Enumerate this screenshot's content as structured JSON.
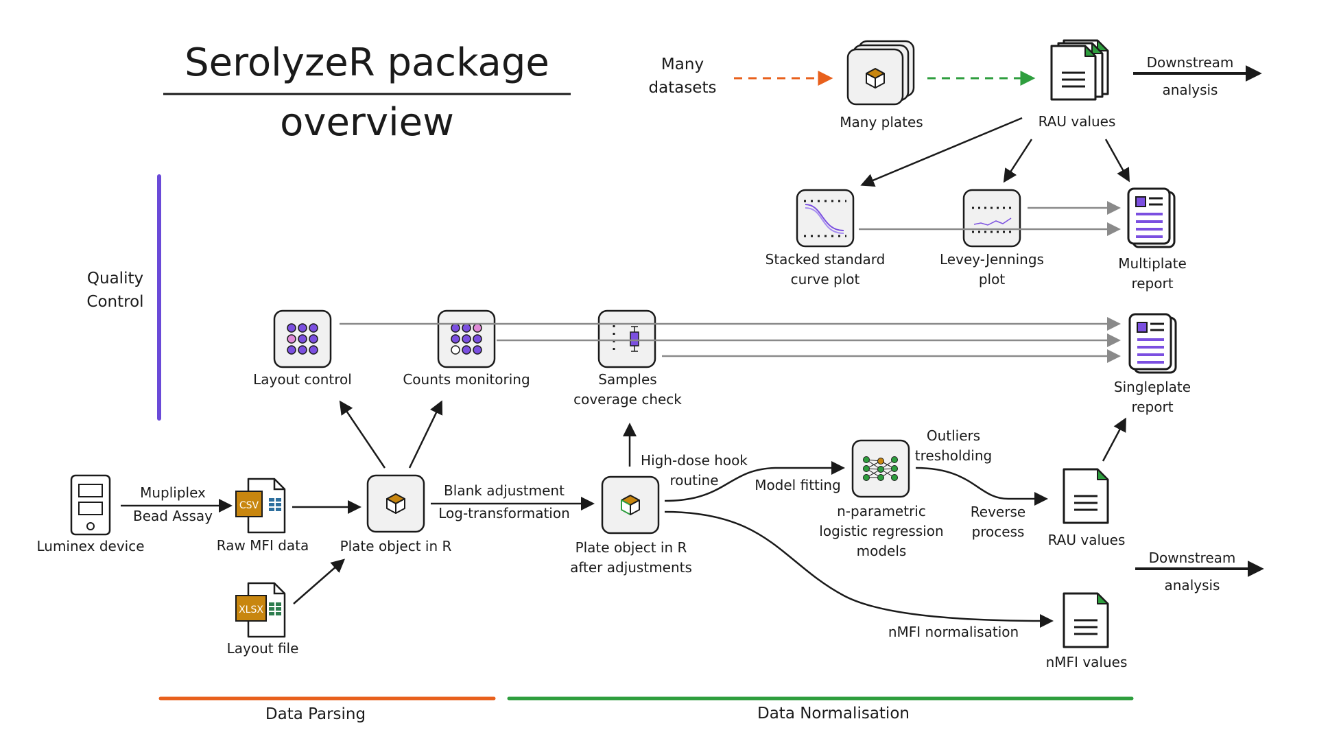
{
  "title": {
    "line1": "SerolyzeR package",
    "line2": "overview"
  },
  "sections": {
    "quality_control": "Quality\nControl",
    "data_parsing": "Data Parsing",
    "data_normalisation": "Data Normalisation"
  },
  "colors": {
    "quality_control": "#6a4ad8",
    "data_parsing": "#e8601c",
    "data_normalisation": "#2e9e3e",
    "box_fill": "#f1f1f1",
    "file_tag": "#c8860f"
  },
  "nodes": {
    "many_datasets": "Many\ndatasets",
    "many_plates": "Many plates",
    "rau_values_top": "RAU values",
    "downstream_top": "Downstream\nanalysis",
    "stacked_curve": "Stacked standard\ncurve plot",
    "levey_jennings": "Levey-Jennings\nplot",
    "multiplate_report": "Multiplate\nreport",
    "layout_control": "Layout control",
    "counts_monitoring": "Counts monitoring",
    "samples_coverage": "Samples\ncoverage check",
    "singleplate_report": "Singleplate\nreport",
    "luminex_device": "Luminex device",
    "raw_mfi": "Raw MFI data",
    "layout_file": "Layout file",
    "plate_object": "Plate object in R",
    "plate_adjusted": "Plate object in R\nafter adjustments",
    "nparam_models": "n-parametric\nlogistic regression\nmodels",
    "rau_values_bottom": "RAU values",
    "nmfi_values": "nMFI values",
    "downstream_bottom": "Downstream\nanalysis"
  },
  "edges": {
    "multiplex": "Mupliplex\nBead Assay",
    "blank_adjustment": "Blank adjustment",
    "log_transformation": "Log-transformation",
    "high_dose": "High-dose hook\nroutine",
    "model_fitting": "Model fitting",
    "outliers": "Outliers\ntresholding",
    "reverse_process": "Reverse\nprocess",
    "nmfi_norm": "nMFI normalisation"
  },
  "file_tags": {
    "csv": "CSV",
    "xlsx": "XLSX"
  },
  "icons": [
    "cube-icon",
    "document-icon",
    "stacked-documents-icon",
    "report-icon",
    "plate-wells-icon",
    "boxplot-icon",
    "sigmoid-curve-icon",
    "levey-jennings-icon",
    "neural-network-icon",
    "luminex-device-icon",
    "csv-file-icon",
    "xlsx-file-icon"
  ]
}
